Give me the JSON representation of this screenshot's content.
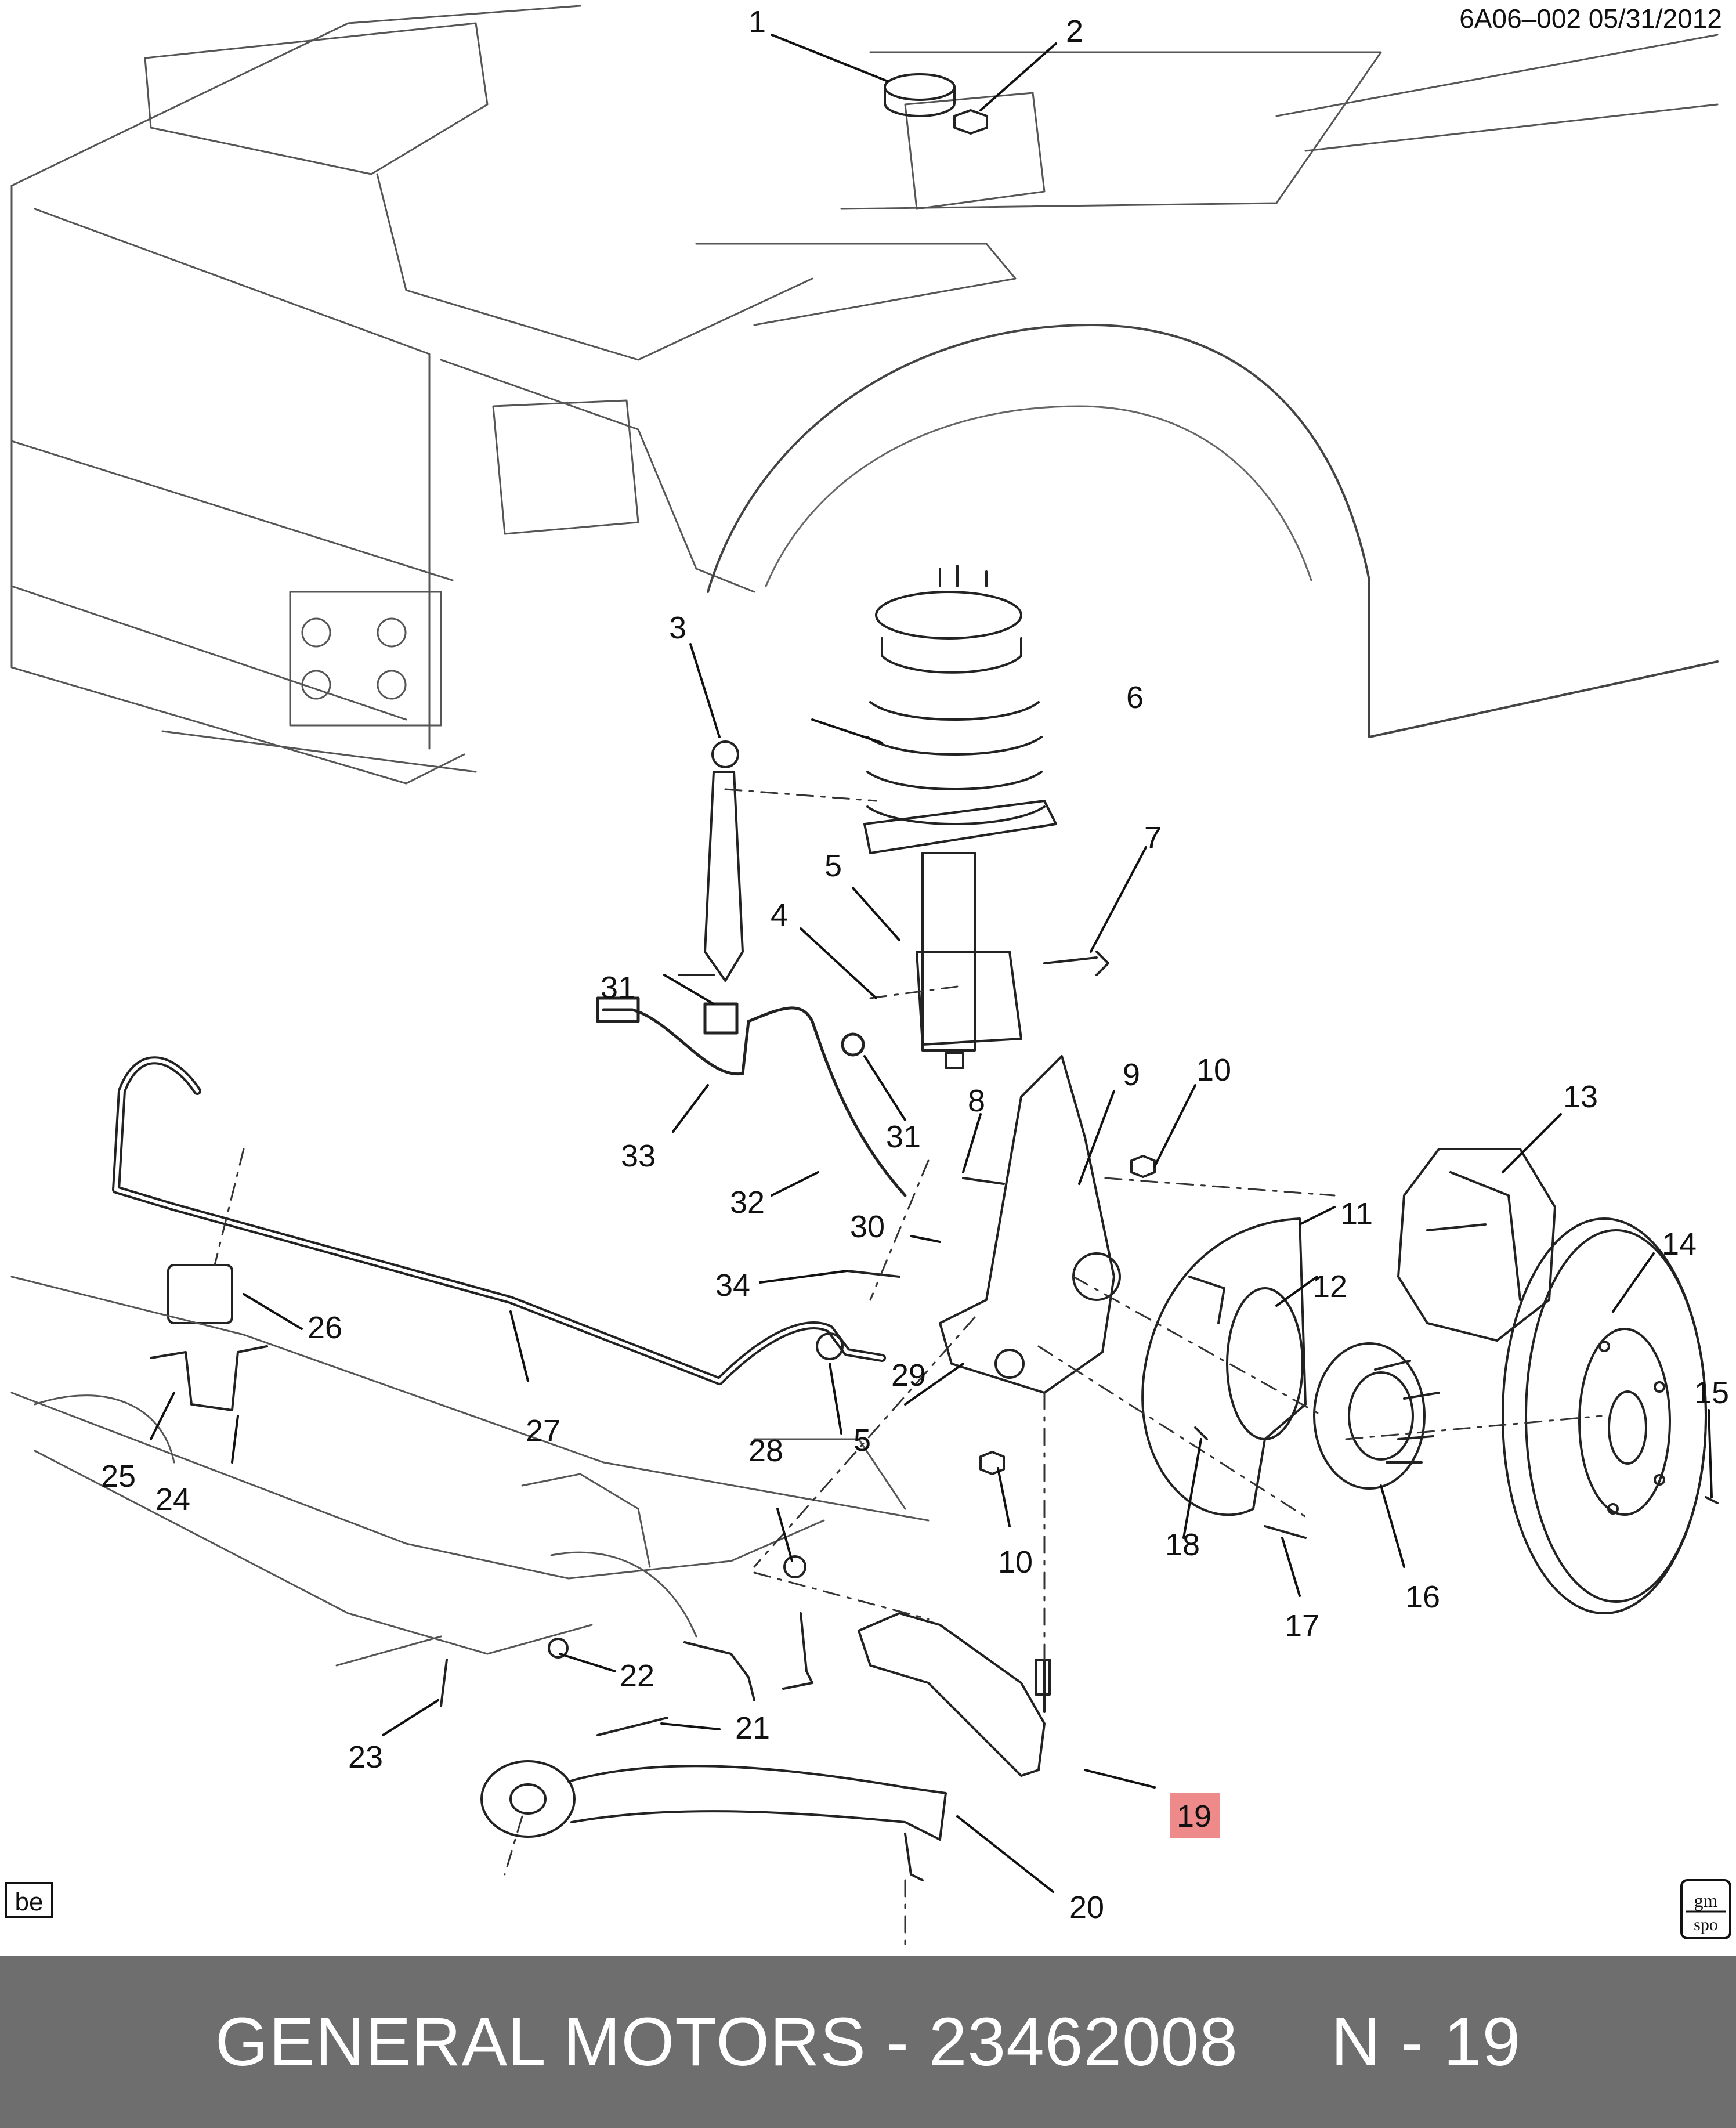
{
  "diagram": {
    "reference": "6A06–002  05/31/2012",
    "badge_left": "be",
    "badge_right_top": "gm",
    "badge_right_bottom": "spo",
    "highlight_color": "#ef8a8a",
    "callouts": [
      {
        "id": "c1",
        "label": "1"
      },
      {
        "id": "c2",
        "label": "2"
      },
      {
        "id": "c3",
        "label": "3"
      },
      {
        "id": "c4",
        "label": "4"
      },
      {
        "id": "c5a",
        "label": "5"
      },
      {
        "id": "c5b",
        "label": "5"
      },
      {
        "id": "c6",
        "label": "6"
      },
      {
        "id": "c7",
        "label": "7"
      },
      {
        "id": "c8",
        "label": "8"
      },
      {
        "id": "c9",
        "label": "9"
      },
      {
        "id": "c10a",
        "label": "10"
      },
      {
        "id": "c10b",
        "label": "10"
      },
      {
        "id": "c11",
        "label": "11"
      },
      {
        "id": "c12",
        "label": "12"
      },
      {
        "id": "c13",
        "label": "13"
      },
      {
        "id": "c14",
        "label": "14"
      },
      {
        "id": "c15",
        "label": "15"
      },
      {
        "id": "c16",
        "label": "16"
      },
      {
        "id": "c17",
        "label": "17"
      },
      {
        "id": "c18",
        "label": "18"
      },
      {
        "id": "c19",
        "label": "19"
      },
      {
        "id": "c20",
        "label": "20"
      },
      {
        "id": "c21",
        "label": "21"
      },
      {
        "id": "c22",
        "label": "22"
      },
      {
        "id": "c23",
        "label": "23"
      },
      {
        "id": "c24",
        "label": "24"
      },
      {
        "id": "c25",
        "label": "25"
      },
      {
        "id": "c26",
        "label": "26"
      },
      {
        "id": "c27",
        "label": "27"
      },
      {
        "id": "c28",
        "label": "28"
      },
      {
        "id": "c29",
        "label": "29"
      },
      {
        "id": "c30",
        "label": "30"
      },
      {
        "id": "c31a",
        "label": "31"
      },
      {
        "id": "c31b",
        "label": "31"
      },
      {
        "id": "c32",
        "label": "32"
      },
      {
        "id": "c33",
        "label": "33"
      },
      {
        "id": "c34",
        "label": "34"
      }
    ],
    "highlighted_callout": "c19"
  },
  "footer": {
    "brand": "GENERAL MOTORS",
    "separator": "-",
    "part_number": "23462008",
    "position_label": "N - 19",
    "background": "#6e6e6e"
  }
}
